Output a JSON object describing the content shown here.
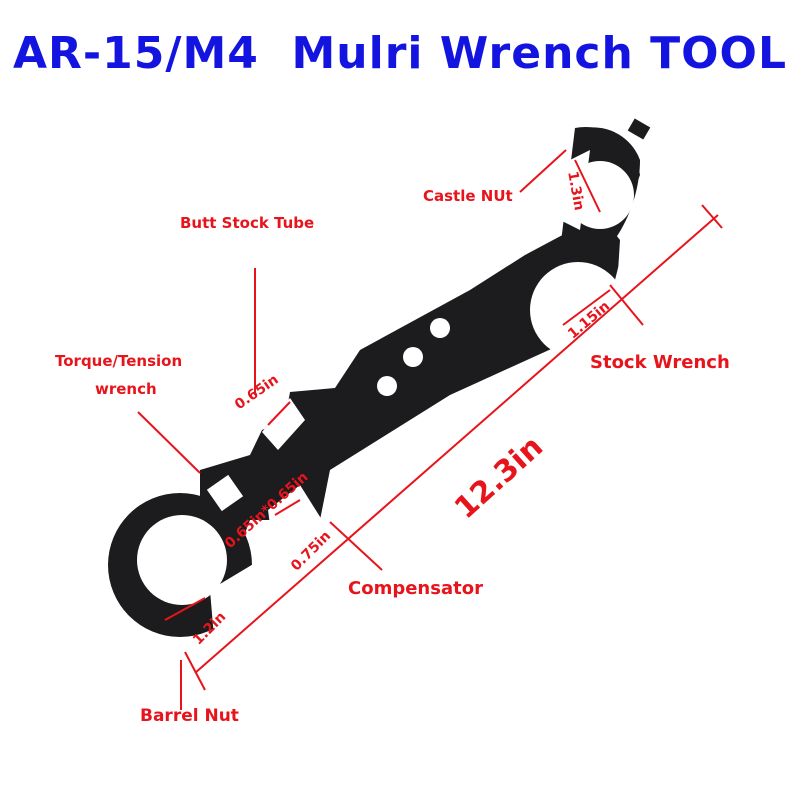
{
  "title": "AR-15/M4  Mulri Wrench TOOL",
  "colors": {
    "title": "#1414e0",
    "annotation": "#e8141c",
    "tool": "#1c1c1e"
  },
  "labels": {
    "castle_nut": "Castle NUt",
    "butt_stock_tube": "Butt Stock Tube",
    "torque_tension": "Torque/Tension",
    "wrench": "wrench",
    "stock_wrench": "Stock Wrench",
    "compensator": "Compensator",
    "barrel_nut": "Barrel Nut"
  },
  "dimensions": {
    "castle_nut": "1.3in",
    "stock_wrench": "1.15in",
    "butt_stock": "0.65in",
    "square": "0.65in*0.65in",
    "compensator": "0.75in",
    "barrel_nut": "1.2in",
    "overall": "12.3in"
  }
}
